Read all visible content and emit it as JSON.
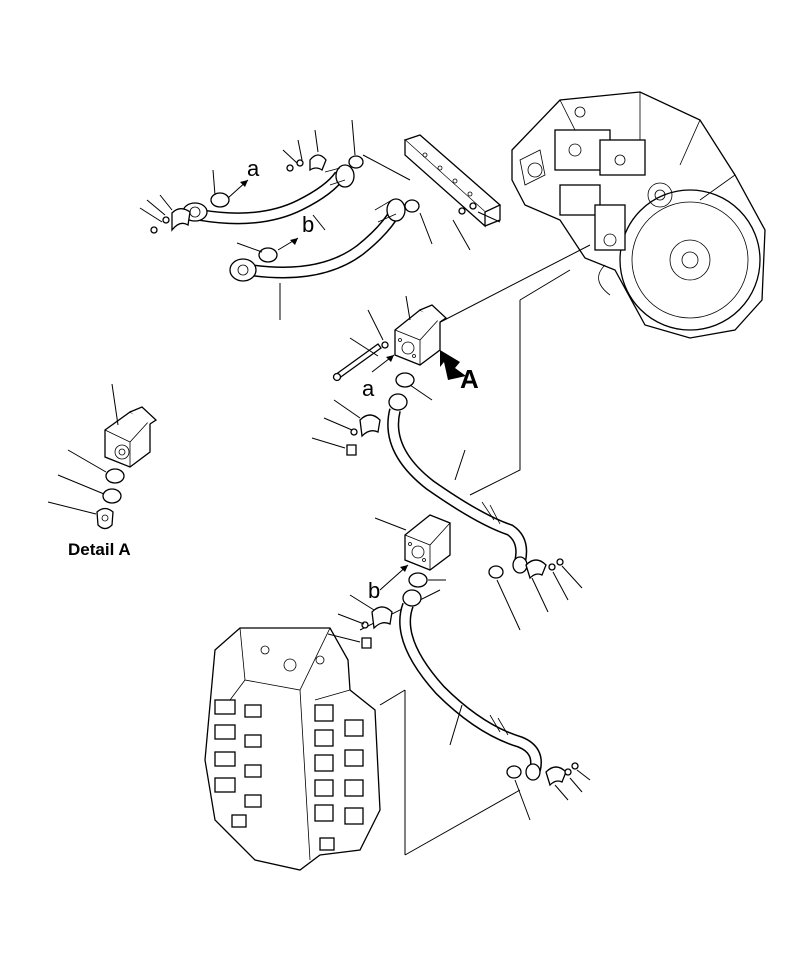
{
  "labels": {
    "ref_a_top": "a",
    "ref_b_top": "b",
    "ref_a_mid": "a",
    "ref_b_low": "b",
    "view_arrow": "A",
    "detail_caption": "Detail A"
  },
  "colors": {
    "ink": "#000000",
    "paper": "#ffffff"
  }
}
